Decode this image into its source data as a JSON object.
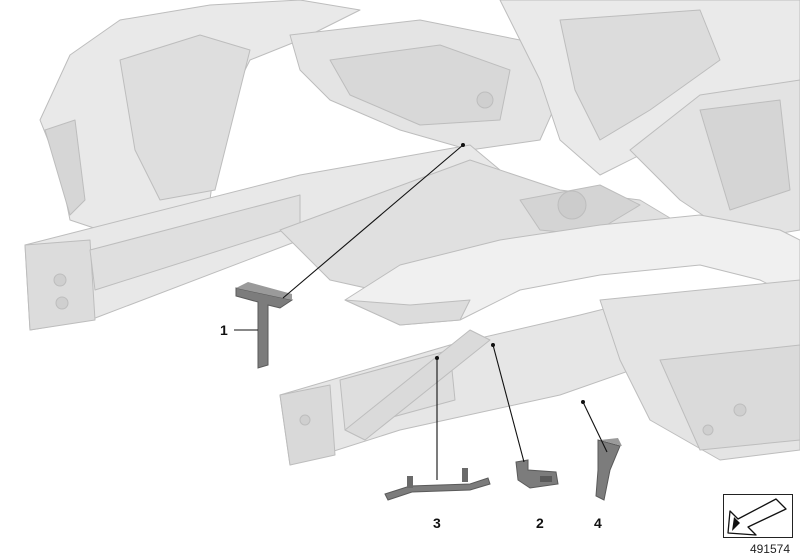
{
  "diagram": {
    "callouts": [
      {
        "id": 1,
        "label": "1"
      },
      {
        "id": 2,
        "label": "2"
      },
      {
        "id": 3,
        "label": "3"
      },
      {
        "id": 4,
        "label": "4"
      }
    ],
    "document_number": "491574",
    "nav_icon": "view-direction-arrow-icon",
    "colors": {
      "body_fill": "#e7e7e7",
      "body_shadow": "#d2d2d2",
      "body_edge": "#bdbdbd",
      "part_fill": "#7c7c7c",
      "part_dark": "#5a5a5a",
      "leader": "#111111"
    }
  }
}
